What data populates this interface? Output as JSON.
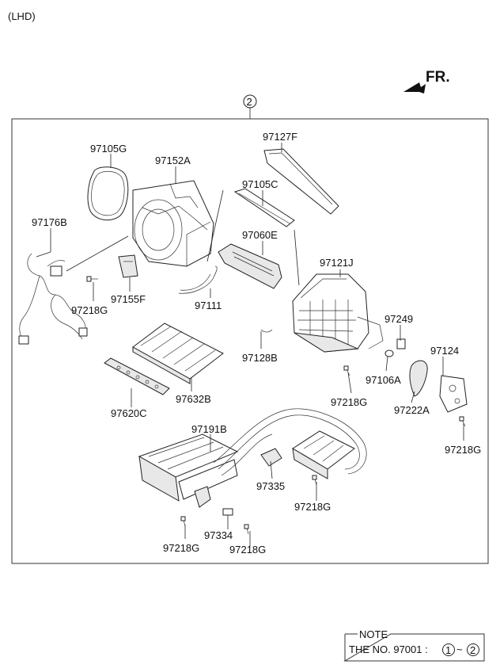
{
  "header": {
    "variant": "(LHD)"
  },
  "direction": {
    "label": "FR."
  },
  "assembly": {
    "ref": "2"
  },
  "parts": {
    "p97105G": "97105G",
    "p97152A": "97152A",
    "p97127F": "97127F",
    "p97105C": "97105C",
    "p97176B": "97176B",
    "p97060E": "97060E",
    "p97121J": "97121J",
    "p97218G_a": "97218G",
    "p97155F": "97155F",
    "p97111": "97111",
    "p97249": "97249",
    "p97128B": "97128B",
    "p97124": "97124",
    "p97106A": "97106A",
    "p97218G_b": "97218G",
    "p97222A": "97222A",
    "p97632B": "97632B",
    "p97620C": "97620C",
    "p97218G_c": "97218G",
    "p97191B": "97191B",
    "p97335": "97335",
    "p97218G_d": "97218G",
    "p97334": "97334",
    "p97218G_e": "97218G",
    "p97218G_f": "97218G"
  },
  "note": {
    "title": "NOTE",
    "text": "THE NO. 97001 :",
    "from": "1",
    "sep": "~",
    "to": "2"
  }
}
